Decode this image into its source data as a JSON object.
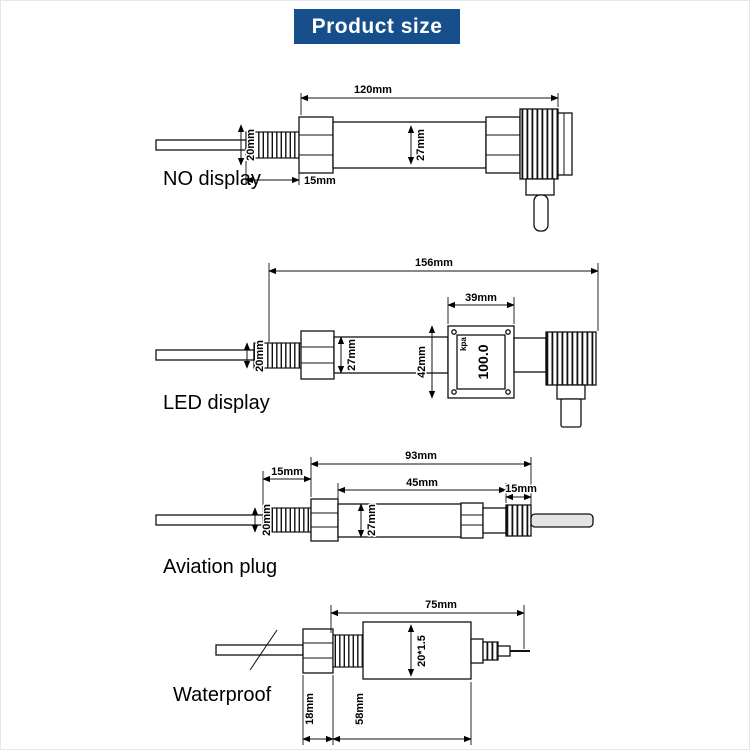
{
  "header": {
    "title": "Product size",
    "accent_color": "#164f8c",
    "text_color": "#ffffff"
  },
  "sections": [
    {
      "label": "NO display",
      "dims": {
        "total": "120mm",
        "diameter": "27mm",
        "probe_diameter": "20mm",
        "thread_length": "15mm"
      }
    },
    {
      "label": "LED display",
      "dims": {
        "total": "156mm",
        "display_width": "39mm",
        "display_height": "42mm",
        "diameter": "27mm",
        "probe_diameter": "20mm"
      },
      "display": {
        "value": "100.0",
        "unit": "kpa"
      }
    },
    {
      "label": "Aviation plug",
      "dims": {
        "total": "93mm",
        "thread_length": "15mm",
        "body_length": "45mm",
        "plug_length": "15mm",
        "diameter": "27mm",
        "probe_diameter": "20mm"
      }
    },
    {
      "label": "Waterproof",
      "dims": {
        "total": "75mm",
        "thread_spec": "20*1.5",
        "hex_width": "18mm",
        "body_length": "58mm"
      }
    }
  ]
}
